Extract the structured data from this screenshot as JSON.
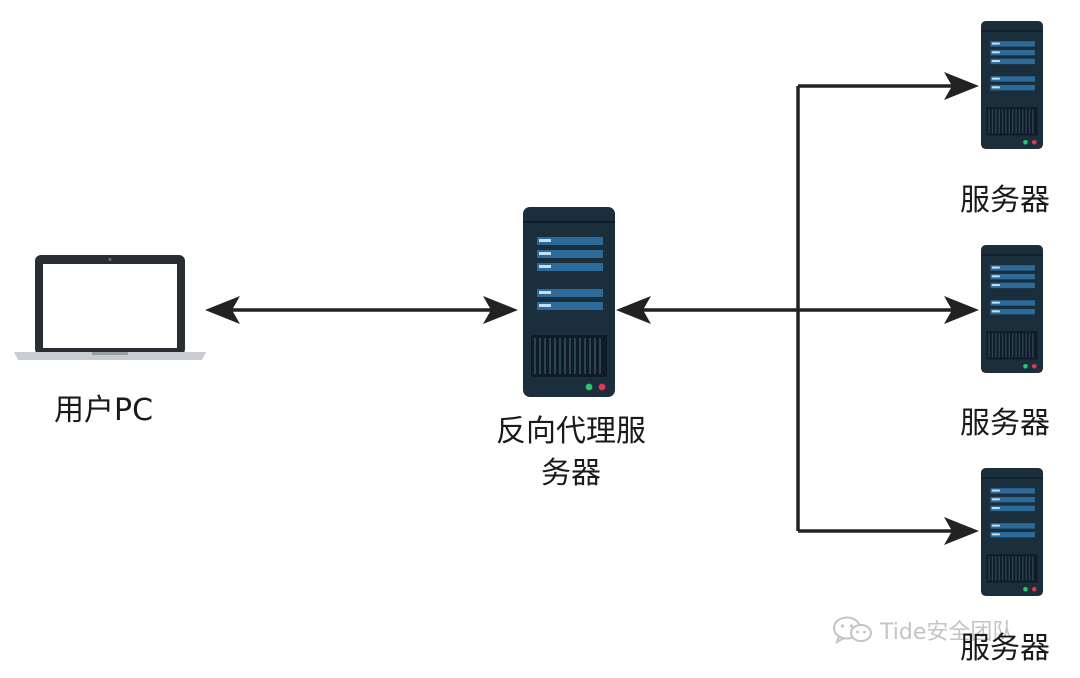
{
  "nodes": {
    "user_pc": {
      "label": "用户PC"
    },
    "reverse_proxy": {
      "label_line1": "反向代理服",
      "label_line2": "务器"
    },
    "servers": [
      {
        "label": "服务器"
      },
      {
        "label": "服务器"
      },
      {
        "label": "服务器"
      }
    ]
  },
  "watermark": {
    "text": "Tide安全团队"
  },
  "colors": {
    "server_body": "#1b2e3c",
    "server_panel": "#2c6a9a",
    "server_vent": "#0f1c26",
    "led_green": "#28c76f",
    "led_red": "#e8344e",
    "laptop_frame": "#2a2d32",
    "laptop_base": "#c9ccd1",
    "connector": "#222222"
  }
}
